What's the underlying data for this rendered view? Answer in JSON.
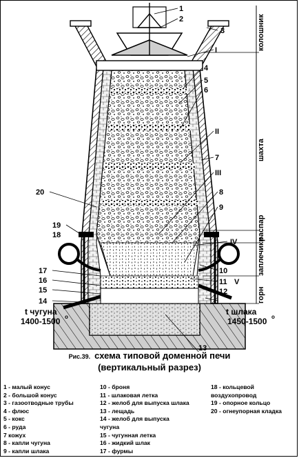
{
  "caption": {
    "figure_label": "Рис.39.",
    "title_line1": "схема типовой доменной печи",
    "title_line2": "(вертикальный разрез)"
  },
  "zones": {
    "koloshnik": "колошник",
    "shakhta": "шахта",
    "raspar": "распар",
    "zaplechiki": "заплечики",
    "gorn": "горн"
  },
  "roman": {
    "I": "I",
    "II": "II",
    "III": "III",
    "IV": "IV",
    "V": "V"
  },
  "numbers": {
    "n1": "1",
    "n2": "2",
    "n3": "3",
    "n4": "4",
    "n5": "5",
    "n6": "6",
    "n7": "7",
    "n8": "8",
    "n9": "9",
    "n10": "10",
    "n11": "11",
    "n12": "12",
    "n13": "13",
    "n14": "14",
    "n15": "15",
    "n16": "16",
    "n17": "17",
    "n18": "18",
    "n19": "19",
    "n20": "20"
  },
  "temperatures": {
    "iron_label": "t чугуна",
    "iron_value": "1400-1500",
    "slag_label": "t шлака",
    "slag_value": "1450-1500",
    "degree": "o"
  },
  "legend": {
    "col1": [
      "1 - малый конус",
      "2 - большой конус",
      "3 - газоотводные трубы",
      "4 - флюс",
      "5 - кокс",
      "6 - руда",
      "7 кожух",
      "8 - капли чугуна",
      "9 - капли шлака"
    ],
    "col2": [
      "10 - броня",
      "11 - шлаковая летка",
      "12 - желоб для выпуска шлака",
      "13 - лещадь",
      "14 - желоб для выпуска",
      "чугуна",
      "15 - чугунная летка",
      "16 - жидкий шлак",
      "17 - фурмы"
    ],
    "col3": [
      "18 - кольцевой",
      "воздухопровод",
      "19 - опорное кольцо",
      "20 - огнеупорная кладка"
    ]
  }
}
